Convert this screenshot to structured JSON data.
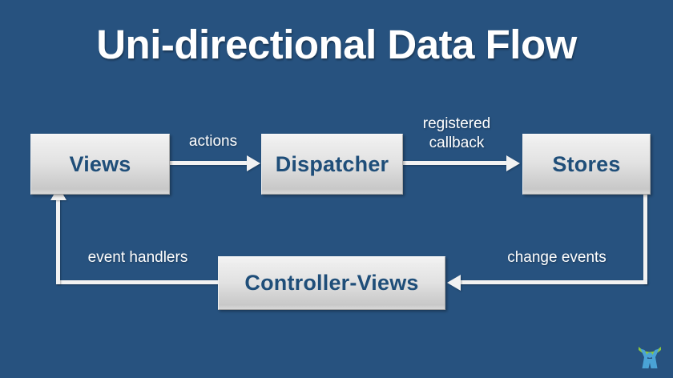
{
  "slide": {
    "title": "Uni-directional Data Flow",
    "background_color": "#27527F",
    "title_color": "#FFFFFF"
  },
  "nodes": [
    {
      "id": "views",
      "label": "Views",
      "text_color": "#1F4E79"
    },
    {
      "id": "dispatcher",
      "label": "Dispatcher",
      "text_color": "#1F4E79"
    },
    {
      "id": "stores",
      "label": "Stores",
      "text_color": "#1F4E79"
    },
    {
      "id": "controller-views",
      "label": "Controller-Views",
      "text_color": "#1F4E79"
    }
  ],
  "edges": [
    {
      "id": "actions",
      "label": "actions",
      "from": "views",
      "to": "dispatcher",
      "direction": "right"
    },
    {
      "id": "callback",
      "label": "registered\ncallback",
      "from": "dispatcher",
      "to": "stores",
      "direction": "right"
    },
    {
      "id": "change",
      "label": "change events",
      "from": "stores",
      "to": "controller-views",
      "direction": "left"
    },
    {
      "id": "event",
      "label": "event handlers",
      "from": "controller-views",
      "to": "views",
      "direction": "up"
    }
  ],
  "logo": {
    "name": "person-arc-logo",
    "figure_color": "#4AA3D6",
    "arc_color": "#8CC63F"
  }
}
